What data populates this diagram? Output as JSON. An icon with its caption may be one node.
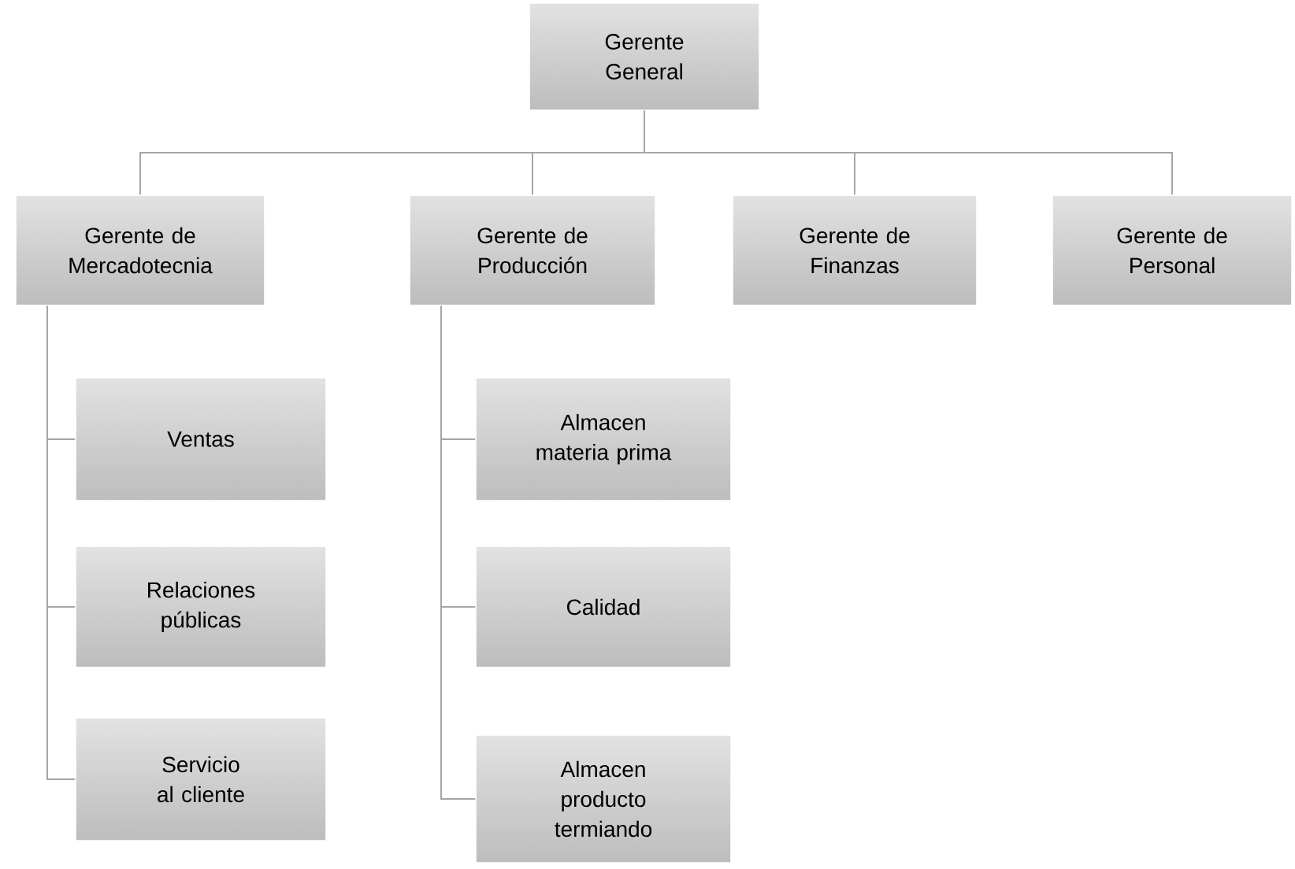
{
  "diagram": {
    "nodes": [
      {
        "text": [
          "Gerente General"
        ]
      },
      {
        "text": [
          "Gerente de Mercadotecnia"
        ]
      },
      {
        "text": [
          "Gerente de Producción"
        ]
      },
      {
        "text": [
          "Gerente de Finanzas"
        ]
      },
      {
        "text": [
          "Gerente de Personal"
        ]
      },
      {
        "text": [
          "Ventas"
        ]
      },
      {
        "text": [
          "Relaciones públicas"
        ]
      },
      {
        "text": [
          "Servicio al cliente"
        ]
      },
      {
        "text": [
          "Almacen materia prima"
        ]
      },
      {
        "text": [
          "Calidad"
        ]
      },
      {
        "text": [
          "Almacen producto termiando"
        ]
      }
    ],
    "edges": [
      {
        "from": 0,
        "to": 1,
        "arrow": "none"
      },
      {
        "from": 0,
        "to": 2,
        "arrow": "none"
      },
      {
        "from": 0,
        "to": 3,
        "arrow": "none"
      },
      {
        "from": 0,
        "to": 4,
        "arrow": "none"
      },
      {
        "from": 1,
        "to": 5,
        "arrow": "none"
      },
      {
        "from": 1,
        "to": 6,
        "arrow": "none"
      },
      {
        "from": 1,
        "to": 7,
        "arrow": "none"
      },
      {
        "from": 2,
        "to": 8,
        "arrow": "none"
      },
      {
        "from": 2,
        "to": 9,
        "arrow": "none"
      },
      {
        "from": 2,
        "to": 10,
        "arrow": "none"
      }
    ]
  }
}
